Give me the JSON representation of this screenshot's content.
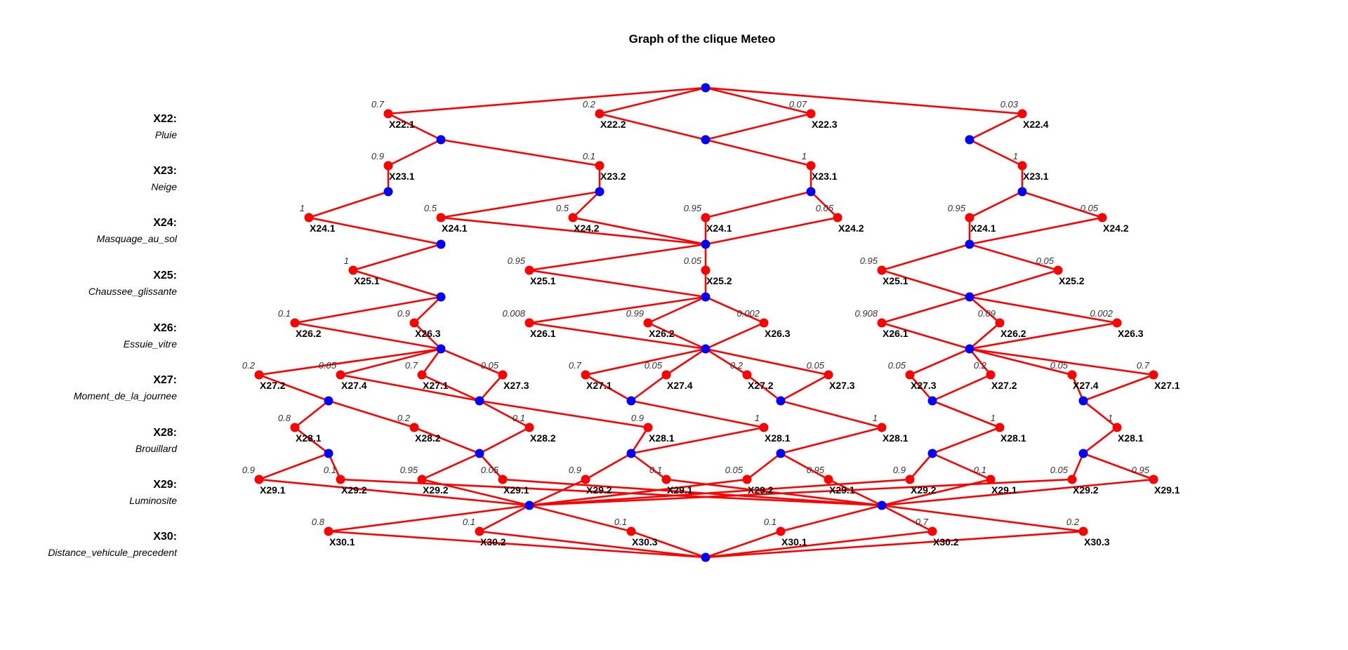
{
  "title": "Graph of the clique Meteo",
  "colors": {
    "edge": "#ff0000",
    "value_node": "#ff0000",
    "junction_node": "#0000ff"
  },
  "variables": [
    {
      "name": "X22:",
      "desc": "Pluie"
    },
    {
      "name": "X23:",
      "desc": "Neige"
    },
    {
      "name": "X24:",
      "desc": "Masquage_au_sol"
    },
    {
      "name": "X25:",
      "desc": "Chaussee_glissante"
    },
    {
      "name": "X26:",
      "desc": "Essuie_vitre"
    },
    {
      "name": "X27:",
      "desc": "Moment_de_la_journee"
    },
    {
      "name": "X28:",
      "desc": "Brouillard"
    },
    {
      "name": "X29:",
      "desc": "Luminosite"
    },
    {
      "name": "X30:",
      "desc": "Distance_vehicule_precedent"
    }
  ],
  "value_nodes": [
    {
      "label": "X22.1",
      "prob": "0.7"
    },
    {
      "label": "X22.2",
      "prob": "0.2"
    },
    {
      "label": "X22.3",
      "prob": "0.07"
    },
    {
      "label": "X22.4",
      "prob": "0.03"
    },
    {
      "label": "X23.1",
      "prob": "0.9"
    },
    {
      "label": "X23.2",
      "prob": "0.1"
    },
    {
      "label": "X23.1",
      "prob": "1"
    },
    {
      "label": "X23.1",
      "prob": "1"
    },
    {
      "label": "X24.1",
      "prob": "1"
    },
    {
      "label": "X24.1",
      "prob": "0.5"
    },
    {
      "label": "X24.2",
      "prob": "0.5"
    },
    {
      "label": "X24.1",
      "prob": "0.95"
    },
    {
      "label": "X24.2",
      "prob": "0.05"
    },
    {
      "label": "X24.1",
      "prob": "0.95"
    },
    {
      "label": "X24.2",
      "prob": "0.05"
    },
    {
      "label": "X25.1",
      "prob": "1"
    },
    {
      "label": "X25.1",
      "prob": "0.95"
    },
    {
      "label": "X25.2",
      "prob": "0.05"
    },
    {
      "label": "X25.1",
      "prob": "0.95"
    },
    {
      "label": "X25.2",
      "prob": "0.05"
    },
    {
      "label": "X26.2",
      "prob": "0.1"
    },
    {
      "label": "X26.3",
      "prob": "0.9"
    },
    {
      "label": "X26.1",
      "prob": "0.008"
    },
    {
      "label": "X26.2",
      "prob": "0.99"
    },
    {
      "label": "X26.3",
      "prob": "0.002"
    },
    {
      "label": "X26.1",
      "prob": "0.908"
    },
    {
      "label": "X26.2",
      "prob": "0.09"
    },
    {
      "label": "X26.3",
      "prob": "0.002"
    },
    {
      "label": "X27.2",
      "prob": "0.2"
    },
    {
      "label": "X27.4",
      "prob": "0.05"
    },
    {
      "label": "X27.1",
      "prob": "0.7"
    },
    {
      "label": "X27.3",
      "prob": "0.05"
    },
    {
      "label": "X27.1",
      "prob": "0.7"
    },
    {
      "label": "X27.4",
      "prob": "0.05"
    },
    {
      "label": "X27.2",
      "prob": "0.2"
    },
    {
      "label": "X27.3",
      "prob": "0.05"
    },
    {
      "label": "X27.3",
      "prob": "0.05"
    },
    {
      "label": "X27.2",
      "prob": "0.2"
    },
    {
      "label": "X27.4",
      "prob": "0.05"
    },
    {
      "label": "X27.1",
      "prob": "0.7"
    },
    {
      "label": "X28.1",
      "prob": "0.8"
    },
    {
      "label": "X28.2",
      "prob": "0.2"
    },
    {
      "label": "X28.2",
      "prob": "0.1"
    },
    {
      "label": "X28.1",
      "prob": "0.9"
    },
    {
      "label": "X28.1",
      "prob": "1"
    },
    {
      "label": "X28.1",
      "prob": "1"
    },
    {
      "label": "X28.1",
      "prob": "1"
    },
    {
      "label": "X28.1",
      "prob": "1"
    },
    {
      "label": "X29.1",
      "prob": "0.9"
    },
    {
      "label": "X29.2",
      "prob": "0.1"
    },
    {
      "label": "X29.2",
      "prob": "0.95"
    },
    {
      "label": "X29.1",
      "prob": "0.05"
    },
    {
      "label": "X29.2",
      "prob": "0.9"
    },
    {
      "label": "X29.1",
      "prob": "0.1"
    },
    {
      "label": "X29.2",
      "prob": "0.05"
    },
    {
      "label": "X29.1",
      "prob": "0.95"
    },
    {
      "label": "X29.2",
      "prob": "0.9"
    },
    {
      "label": "X29.1",
      "prob": "0.1"
    },
    {
      "label": "X29.2",
      "prob": "0.05"
    },
    {
      "label": "X29.1",
      "prob": "0.95"
    },
    {
      "label": "X30.1",
      "prob": "0.8"
    },
    {
      "label": "X30.2",
      "prob": "0.1"
    },
    {
      "label": "X30.3",
      "prob": "0.1"
    },
    {
      "label": "X30.1",
      "prob": "0.1"
    },
    {
      "label": "X30.2",
      "prob": "0.7"
    },
    {
      "label": "X30.3",
      "prob": "0.2"
    }
  ]
}
